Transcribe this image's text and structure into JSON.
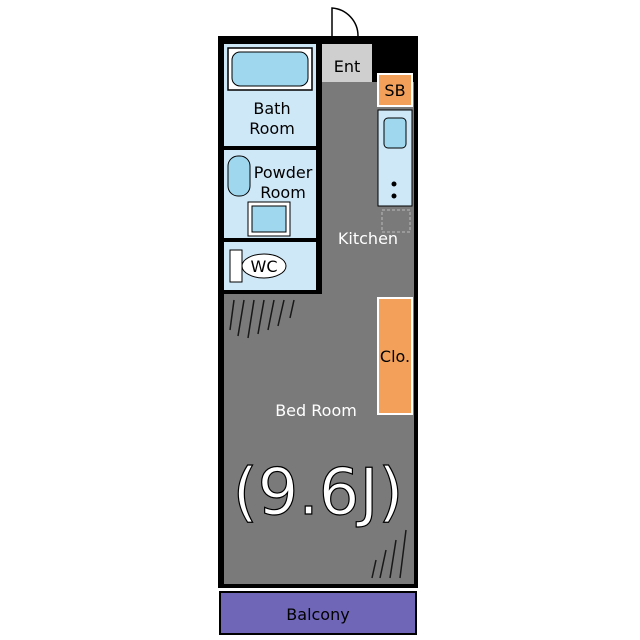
{
  "rooms": {
    "entrance": "Ent",
    "shoe_box": "SB",
    "bath": [
      "Bath",
      "Room"
    ],
    "powder": [
      "Powder",
      "Room"
    ],
    "wc": "WC",
    "kitchen": "Kitchen",
    "closet": "Clo.",
    "bedroom": "Bed Room",
    "bedroom_size": "(9.6J)",
    "balcony": "Balcony"
  },
  "colors": {
    "wall": "#000000",
    "floor": "#7a7a7a",
    "wet_area": "#cfe8f8",
    "fixture": "#9fd8ee",
    "storage": "#f2a05a",
    "balcony": "#6f66b8",
    "entrance": "#cfcfcf"
  }
}
